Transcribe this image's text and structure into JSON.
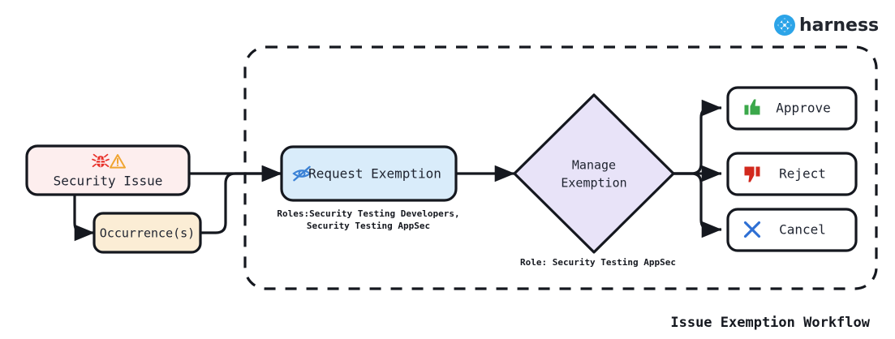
{
  "brand": {
    "name": "harness",
    "logo_icon": "harness-diamond-logo-icon",
    "logo_color": "#2ca4e8"
  },
  "caption": {
    "title": "Issue Exemption Workflow"
  },
  "diagram": {
    "type": "flowchart",
    "direction": "left-to-right",
    "container": {
      "name": "exemption-scope",
      "style": "dashed-rounded-rectangle"
    },
    "nodes": [
      {
        "id": "security-issue",
        "label": "Security Issue",
        "shape": "rounded-rect",
        "fill": "#fdeeee",
        "stroke": "#15181f",
        "icons": [
          "bug-icon",
          "warning-triangle-icon"
        ],
        "icon_colors": [
          "#e8312a",
          "#f0a532"
        ],
        "inside_container": false
      },
      {
        "id": "occurrences",
        "label": "Occurrence(s)",
        "shape": "rounded-rect",
        "fill": "#fbedd5",
        "stroke": "#15181f",
        "icons": [],
        "inside_container": false
      },
      {
        "id": "request-exemption",
        "label": "Request Exemption",
        "shape": "rounded-rect",
        "fill": "#d9ecfa",
        "stroke": "#15181f",
        "icons": [
          "eye-slash-icon"
        ],
        "icon_colors": [
          "#3b82d6"
        ],
        "inside_container": true
      },
      {
        "id": "manage-exemption",
        "label_line1": "Manage",
        "label_line2": "Exemption",
        "shape": "diamond",
        "fill": "#e8e3f8",
        "stroke": "#15181f",
        "inside_container": true
      },
      {
        "id": "approve",
        "label": "Approve",
        "shape": "rounded-rect",
        "fill": "#ffffff",
        "stroke": "#15181f",
        "icons": [
          "thumbs-up-icon"
        ],
        "icon_colors": [
          "#3ba84a"
        ],
        "inside_container": true
      },
      {
        "id": "reject",
        "label": "Reject",
        "shape": "rounded-rect",
        "fill": "#ffffff",
        "stroke": "#15181f",
        "icons": [
          "thumbs-down-icon"
        ],
        "icon_colors": [
          "#d2291e"
        ],
        "inside_container": true
      },
      {
        "id": "cancel",
        "label": "Cancel",
        "shape": "rounded-rect",
        "fill": "#ffffff",
        "stroke": "#15181f",
        "icons": [
          "x-cross-icon"
        ],
        "icon_colors": [
          "#2e6fd4"
        ],
        "inside_container": true
      }
    ],
    "annotations": [
      {
        "id": "request-exemption-roles",
        "for_node": "request-exemption",
        "line1": "Roles:Security Testing Developers,",
        "line2": "Security Testing AppSec"
      },
      {
        "id": "manage-exemption-role",
        "for_node": "manage-exemption",
        "line1": "Role: Security Testing AppSec",
        "line2": ""
      }
    ],
    "edges": [
      {
        "from": "security-issue",
        "to": "request-exemption",
        "arrow": true
      },
      {
        "from": "security-issue",
        "to": "occurrences",
        "arrow": true
      },
      {
        "from": "occurrences",
        "to": "request-exemption",
        "arrow": true
      },
      {
        "from": "request-exemption",
        "to": "manage-exemption",
        "arrow": true
      },
      {
        "from": "manage-exemption",
        "to": "approve",
        "arrow": true
      },
      {
        "from": "manage-exemption",
        "to": "reject",
        "arrow": true
      },
      {
        "from": "manage-exemption",
        "to": "cancel",
        "arrow": true
      }
    ]
  }
}
